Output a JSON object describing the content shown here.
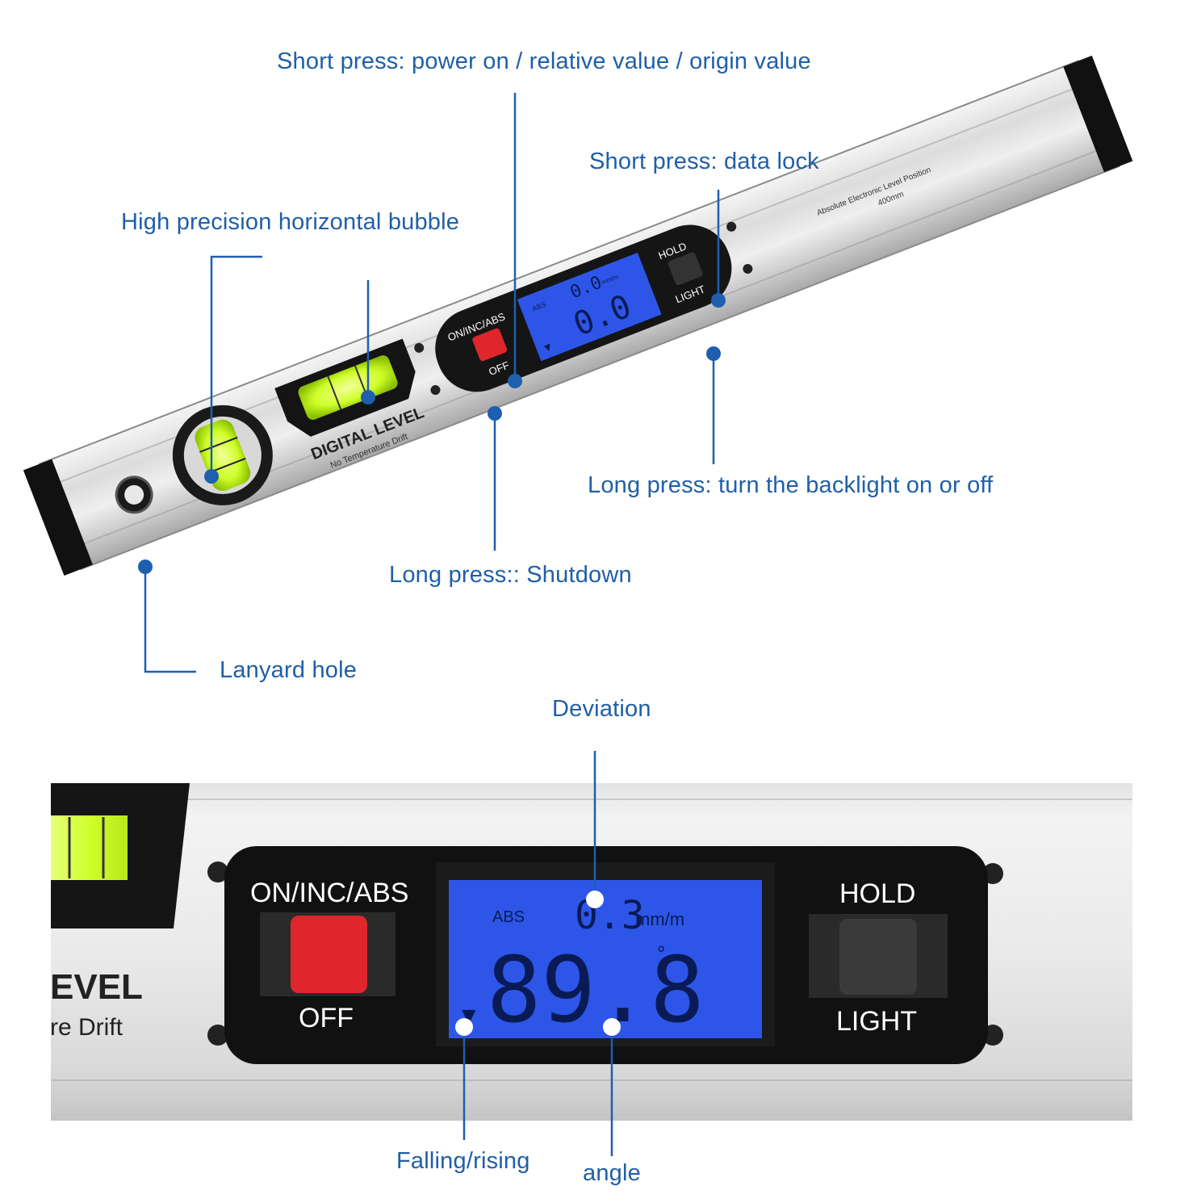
{
  "callouts": {
    "power": "Short press: power on / relative value / origin value",
    "hold": "Short press: data lock",
    "bubble": "High precision horizontal bubble",
    "backlight": "Long press: turn the backlight on or off",
    "shutdown": "Long press:: Shutdown",
    "lanyard": "Lanyard hole",
    "deviation": "Deviation",
    "falling": "Falling/rising",
    "angle": "angle"
  },
  "device_top": {
    "brand": "DIGITAL LEVEL",
    "tagline": "No Temperature Drift",
    "model": "Absolute Electronic Level Position",
    "size": "400mm",
    "left_button_top": "ON/INC/ABS",
    "left_button_bottom": "OFF",
    "right_button_top": "HOLD",
    "right_button_bottom": "LIGHT",
    "lcd_mode": "ABS",
    "lcd_small": "0.0",
    "lcd_unit": "mm/m",
    "lcd_big": "0.0"
  },
  "device_bottom": {
    "brand_partial": "EVEL",
    "tagline_partial": "re Drift",
    "left_button_top": "ON/INC/ABS",
    "left_button_bottom": "OFF",
    "right_button_top": "HOLD",
    "right_button_bottom": "LIGHT",
    "lcd_mode": "ABS",
    "lcd_small": "0.3",
    "lcd_unit": "mm/m",
    "lcd_big": "89.8",
    "lcd_degree": "°",
    "lcd_arrow": "▼"
  },
  "colors": {
    "callout_text": "#1f5fa8",
    "pointer": "#1e5fb0",
    "lcd": "#2d56e8",
    "red_button": "#e0262d",
    "bubble": "#cfff2a"
  }
}
